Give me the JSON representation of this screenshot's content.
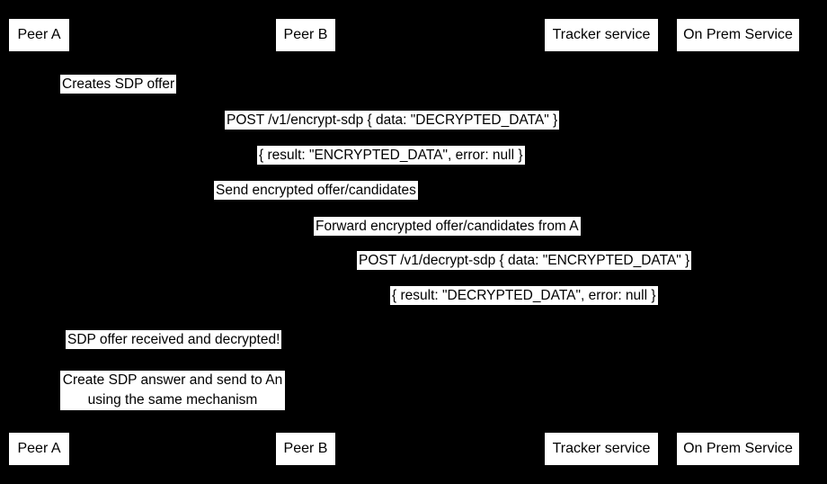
{
  "diagram": {
    "type": "sequence-diagram",
    "background_color": "#000000",
    "label_fill_color": "#ffffff",
    "label_text_color": "#000000"
  },
  "participants": [
    {
      "name": "Peer A"
    },
    {
      "name": "Peer B"
    },
    {
      "name": "Tracker service"
    },
    {
      "name": "On Prem Service"
    }
  ],
  "messages": [
    {
      "text": "Creates SDP offer"
    },
    {
      "text": "POST /v1/encrypt-sdp { data: \"DECRYPTED_DATA\" }"
    },
    {
      "text": "{ result: \"ENCRYPTED_DATA\", error: null }"
    },
    {
      "text": "Send encrypted offer/candidates"
    },
    {
      "text": "Forward encrypted offer/candidates from A"
    },
    {
      "text": "POST /v1/decrypt-sdp { data: \"ENCRYPTED_DATA\" }"
    },
    {
      "text": "{ result: \"DECRYPTED_DATA\", error: null }"
    },
    {
      "text": "SDP offer received and decrypted!"
    }
  ],
  "note": {
    "line1": "Create SDP answer and send to An",
    "line2": "using the same mechanism"
  }
}
